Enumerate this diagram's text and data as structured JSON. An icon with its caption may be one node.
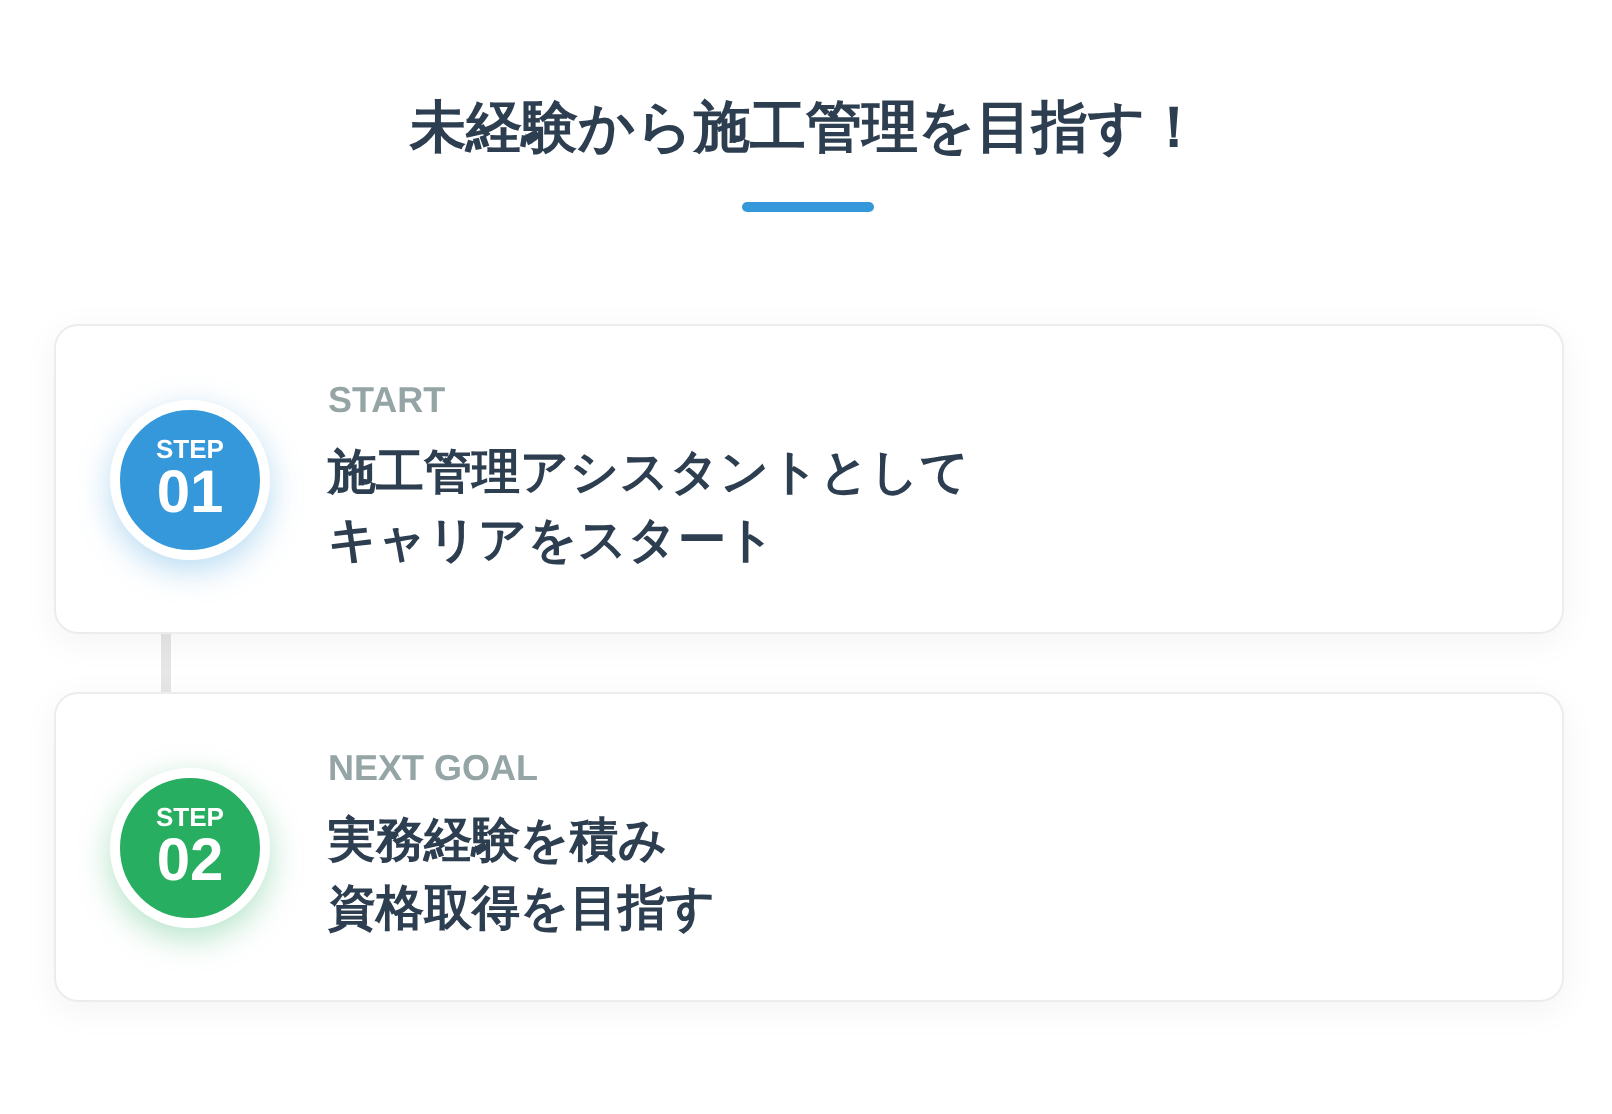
{
  "diagram": {
    "title": "未経験から施工管理を目指す！",
    "nodes": [
      {
        "text": [
          "START",
          "施工管理アシスタントとしてキャリアをスタート"
        ]
      },
      {
        "text": [
          "STEP",
          "01"
        ],
        "in": 0
      },
      {
        "text": [
          "NEXT GOAL",
          "実務経験を積み資格取得を目指す"
        ]
      },
      {
        "text": [
          "STEP",
          "02"
        ],
        "in": 2
      }
    ],
    "edges": [
      {
        "from": 0,
        "to": 2,
        "arrow": "none"
      }
    ]
  }
}
